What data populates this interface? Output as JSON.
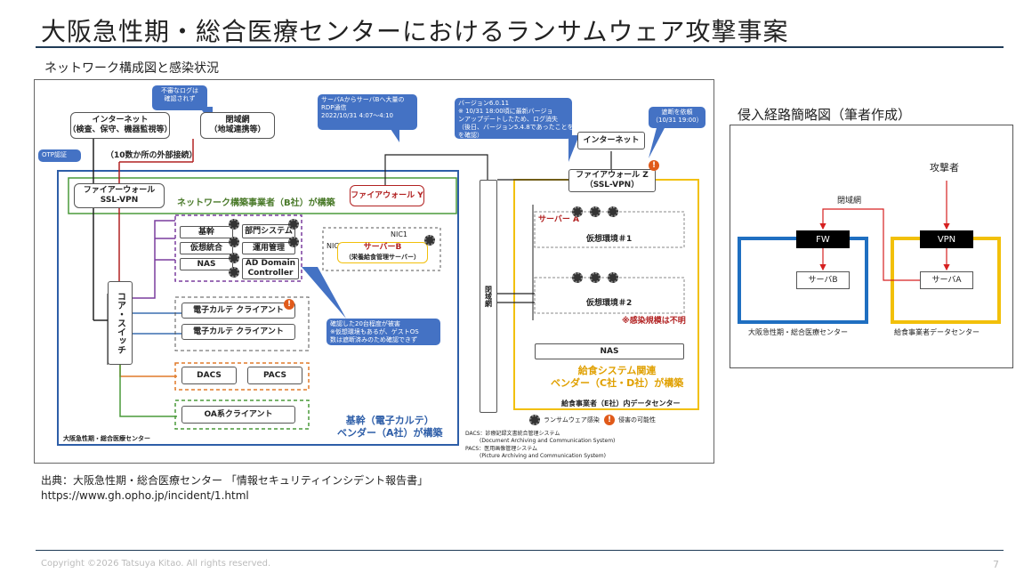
{
  "slide": {
    "title": "大阪急性期・総合医療センターにおけるランサムウェア攻撃事案",
    "subtitle": "ネットワーク構成図と感染状況",
    "source_line1": "出典：大阪急性期・総合医療センター 「情報セキュリティインシデント報告書」",
    "source_line2": "https://www.gh.opho.jp/incident/1.html",
    "copyright": "Copyright ©2026 Tatsuya Kitao. All rights reserved.",
    "page_number": "7"
  },
  "network": {
    "callouts": {
      "not_checked": "不審なログは\n確認されず",
      "otp": "OTP認証",
      "rdp": "サーバAからサーバBへ大量の\nRDP通信\n2022/10/31 4:07～4:10",
      "version": "バージョン6.0.11\n※ 10/31 18:00頃に最新バージョ\nンアップデートしたため、ログ消失\n（後日、バージョン5.4.8であったことを\nを確認）",
      "cutoff": "遮断を依頼\n（10/31 19:00）",
      "infected20": "確認した20台程度が被害\n※仮想環境もあるが、ゲストOS\n数は遮断済みのため確認できず"
    },
    "internet_left": "インターネット\n（検査、保守、機器監視等）",
    "closed_network": "閉域網\n（地域連携等）",
    "external_conn": "（10数か所の外部接続）",
    "firewall_vpn": "ファイアーウォール\nSSL-VPN",
    "network_vendor": "ネットワーク構築事業者（B社）が構築",
    "firewall_y": "ファイアウォール Y",
    "systems": {
      "kikan": "基幹",
      "bumon": "部門システム",
      "kaso": "仮想統合",
      "unyo": "運用管理",
      "nas": "NAS",
      "ad": "AD Domain\nController"
    },
    "nic1": "NIC1",
    "nic2": "NIC2",
    "server_b": "サーバーB",
    "server_b_sub": "（栄養給食管理サーバー）",
    "core_switch": "コア・スイッチ",
    "ekarte1": "電子カルテ クライアント",
    "ekarte2": "電子カルテ クライアント",
    "dacs": "DACS",
    "pacs": "PACS",
    "oa": "OA系クライアント",
    "kikan_vendor": "基幹（電子カルテ）\nベンダー（A社）が構築",
    "hospital": "大阪急性期・総合医療センター",
    "closed_vertical": "閉域網",
    "internet_right": "インターネット",
    "firewall_z": "ファイアウォール Z\n（SSL-VPN）",
    "server_a": "サーバー A",
    "virtual1": "仮想環境＃1",
    "virtual2": "仮想環境＃2",
    "scale_unknown": "※感染規模は不明",
    "nas_right": "NAS",
    "meal_vendor": "給食システム関連\nベンダー（C社・D社）が構築",
    "meal_dc": "給食事業者（E社）内データセンター",
    "legend_ransom": "ランサムウェア感染",
    "legend_intrusion": "侵害の可能性",
    "dacs_def1": "DACS：診療記録文書統合管理システム",
    "dacs_def2": "(Document Archiving and Communication System)",
    "pacs_def1": "PACS：医用画像管理システム",
    "pacs_def2": "(Picture Archiving and Communication System)"
  },
  "route": {
    "title": "侵入経路簡略図（筆者作成）",
    "attacker": "攻撃者",
    "closed": "閉域網",
    "fw": "FW",
    "vpn": "VPN",
    "server_b": "サーバB",
    "server_a": "サーバA",
    "hospital": "大阪急性期・総合医療センター",
    "meal_dc": "給食事業者データセンター"
  }
}
